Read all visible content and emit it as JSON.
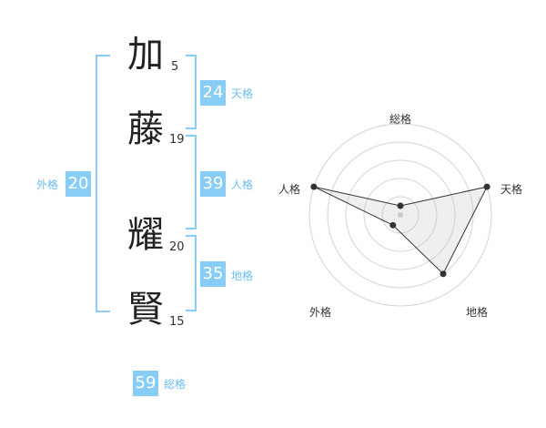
{
  "name": {
    "chars": [
      {
        "char": "加",
        "strokes": "5"
      },
      {
        "char": "藤",
        "strokes": "19"
      },
      {
        "char": "耀",
        "strokes": "20"
      },
      {
        "char": "賢",
        "strokes": "15"
      }
    ]
  },
  "fortune": {
    "tenkaku": {
      "value": "24",
      "label": "天格"
    },
    "jinkaku": {
      "value": "39",
      "label": "人格"
    },
    "chikaku": {
      "value": "35",
      "label": "地格"
    },
    "gaikaku": {
      "value": "20",
      "label": "外格"
    },
    "soukaku": {
      "value": "59",
      "label": "総格"
    }
  },
  "colors": {
    "accent": "#88cdf6",
    "accent_text": "#6bbdf0"
  },
  "chart_data": {
    "type": "radar",
    "axes": [
      "総格",
      "天格",
      "地格",
      "外格",
      "人格"
    ],
    "rings": 5,
    "max": 5,
    "values": [
      0.5,
      5,
      4,
      0.7,
      5
    ]
  }
}
